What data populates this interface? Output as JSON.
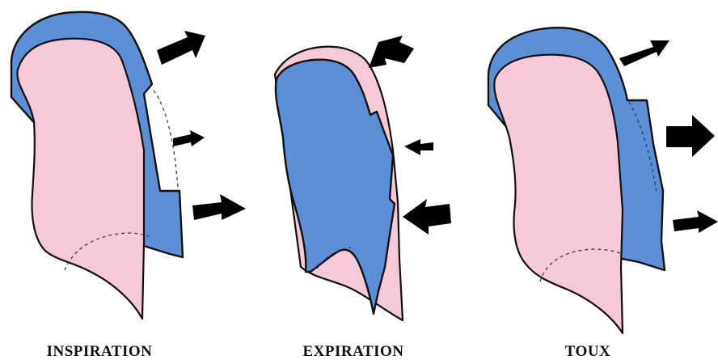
{
  "colors": {
    "expanded_state": "#5b8fd6",
    "resting_state": "#f6c9d8",
    "arrows": "#000000",
    "outline": "#111111"
  },
  "panels": [
    {
      "label": "INSPIRATION",
      "arrows": 3
    },
    {
      "label": "EXPIRATION",
      "arrows": 3
    },
    {
      "label": "TOUX",
      "arrows": 3
    }
  ]
}
